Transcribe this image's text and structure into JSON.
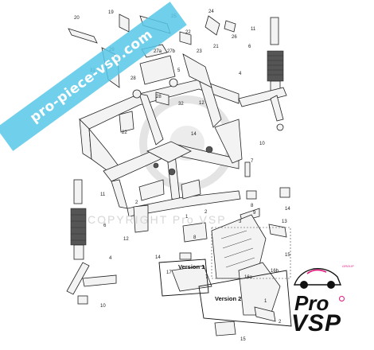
{
  "banner": {
    "text": "pro-piece-vsp.com",
    "color": "#58c8e8"
  },
  "watermark": {
    "text": "COPYRIGHT Pro VSP"
  },
  "labels": {
    "p1a": "1",
    "p1b": "1",
    "p2a": "2",
    "p2b": "2",
    "p3": "3",
    "p4a": "4",
    "p4b": "4",
    "p6a": "6",
    "p6b": "6",
    "p7a": "7",
    "p7b": "7",
    "p8a": "8",
    "p8b": "8",
    "p9": "9",
    "p10a": "10",
    "p10b": "10",
    "p11a": "11",
    "p11b": "11",
    "p12a": "12",
    "p12b": "12",
    "p13": "13",
    "p14a": "14",
    "p14b": "14",
    "p14c": "14",
    "p15a": "15",
    "p15b": "15",
    "p16a": "16a",
    "p16b": "16b",
    "p17": "17",
    "p19": "19",
    "p20": "20",
    "p21": "21",
    "p22": "22",
    "p23": "23",
    "p24": "24",
    "p25": "25",
    "p26": "26",
    "p27a": "27a",
    "p27b": "27b",
    "p28": "28",
    "p29": "29",
    "p31": "31",
    "p32": "32",
    "p5": "5"
  },
  "versions": {
    "v1": "Version 1",
    "v2": "Version 2"
  },
  "logo": {
    "pro": "Pro",
    "vsp": "VSP",
    "group": "GROUP",
    "accent": "#e0157a"
  }
}
